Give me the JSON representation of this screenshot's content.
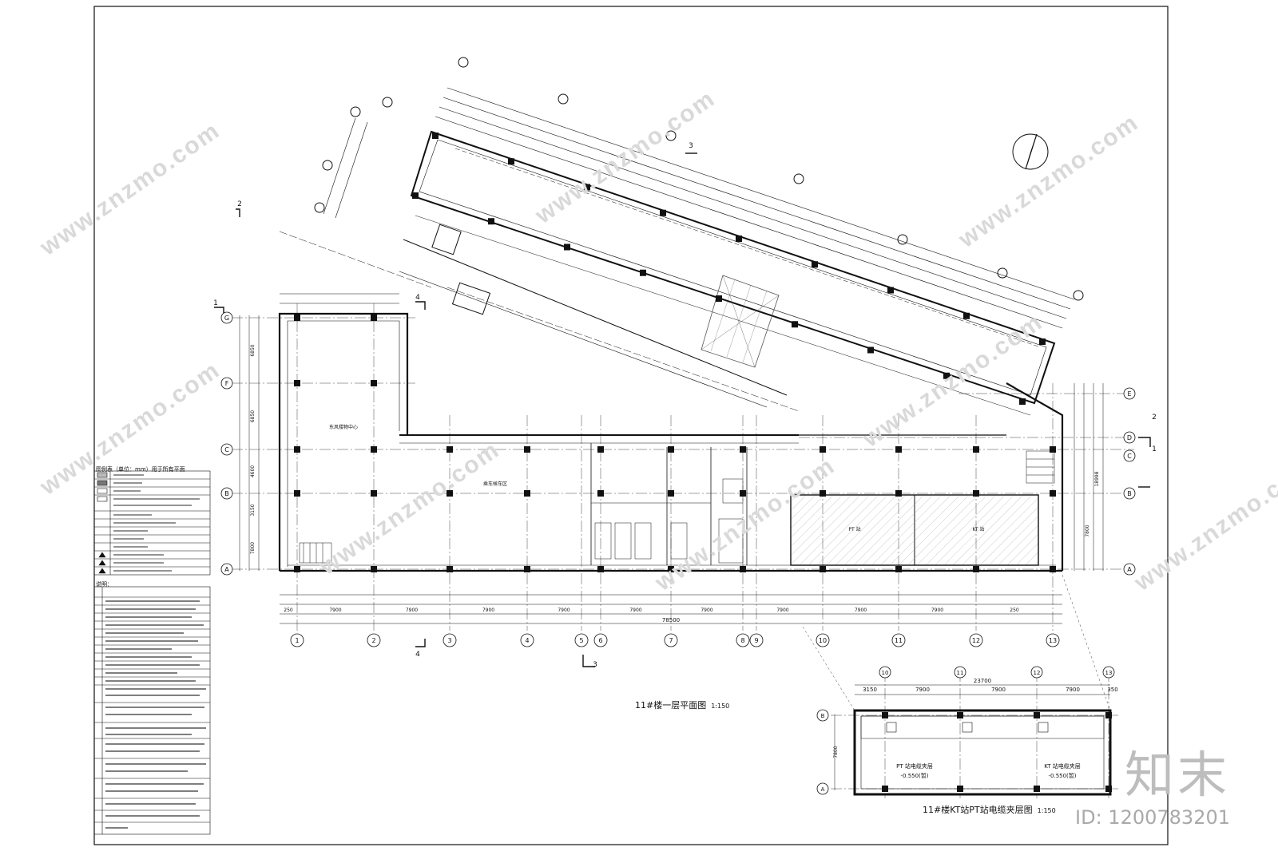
{
  "drawing": {
    "plan_title": "11#楼一层平面图",
    "plan_scale": "1:150",
    "sub_title": "11#楼KT站PT站电缆夹层图",
    "sub_scale": "1:150",
    "legend_title": "图例表（单位：mm）用于所有平面",
    "notes_title": "说明：",
    "room_labels": [
      "东风楼物中心",
      "乘车候车区",
      "PT 站",
      "KT 站",
      "PT 站电缆夹层",
      "KT 站电缆夹层"
    ],
    "sub_levels": [
      "-0.550(暂)",
      "-0.550(暂)"
    ],
    "overall_dim": "78500",
    "sub_overall_dim": "23700",
    "bottom_dims": [
      "250",
      "7900",
      "7900",
      "7900",
      "7900",
      "7900",
      "7900",
      "7900",
      "7900",
      "7900",
      "250"
    ],
    "sub_dims": [
      "3150",
      "7900",
      "7900",
      "7900",
      "350"
    ],
    "grid_numbers": [
      "1",
      "2",
      "3",
      "4",
      "5",
      "6",
      "7",
      "8",
      "9",
      "10",
      "11",
      "12",
      "13"
    ],
    "grid_letters_left": [
      "G",
      "F",
      "C",
      "B",
      "A"
    ],
    "grid_letters_right": [
      "E",
      "D",
      "C",
      "B",
      "A"
    ],
    "sub_grid_numbers": [
      "10",
      "11",
      "12",
      "13"
    ],
    "sub_grid_letters": [
      "B",
      "A"
    ],
    "section_marks": [
      "1",
      "2",
      "3",
      "4"
    ],
    "left_dims": [
      "6850",
      "6850",
      "4600",
      "3150",
      "7800"
    ],
    "right_dims": [
      "7800",
      "18998"
    ],
    "sub_left_dim": "7800"
  },
  "watermark": {
    "text": "www.znzmo.com",
    "brand": "知末",
    "id_label": "ID: 1200783201"
  },
  "colors": {
    "line": "#111111",
    "hatch": "#555555",
    "watermark": "#d9d9d9"
  }
}
